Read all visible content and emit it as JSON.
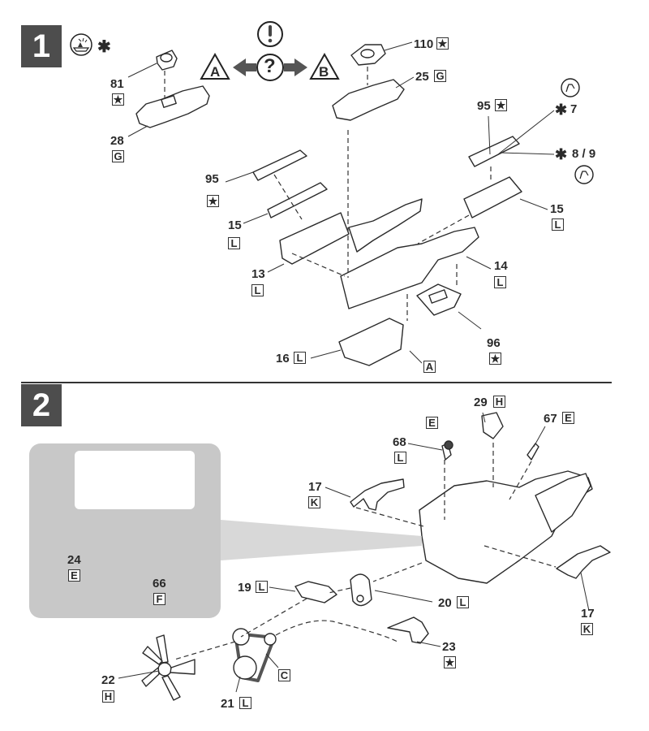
{
  "steps": [
    {
      "number": "1",
      "callouts": {
        "p81": {
          "part": "81",
          "sprue": "★"
        },
        "p28": {
          "part": "28",
          "sprue": "G"
        },
        "p110": {
          "part": "110",
          "sprue": "★"
        },
        "p25": {
          "part": "25",
          "sprue": "G"
        },
        "p95a": {
          "part": "95",
          "sprue": "★"
        },
        "p95b": {
          "part": "95",
          "sprue": "★"
        },
        "p15a": {
          "part": "15",
          "sprue": "L"
        },
        "p15b": {
          "part": "15",
          "sprue": "L"
        },
        "p13": {
          "part": "13",
          "sprue": "L"
        },
        "p14": {
          "part": "14",
          "sprue": "L"
        },
        "p96": {
          "part": "96",
          "sprue": "★"
        },
        "p16": {
          "part": "16",
          "sprue": "L"
        },
        "subA": {
          "sprue": "A"
        },
        "decal7": {
          "part": "7",
          "mark": "✱"
        },
        "decal89": {
          "part": "8 / 9",
          "mark": "✱"
        }
      },
      "symbols": {
        "option_a": "A",
        "option_b": "B",
        "question": "?",
        "attention": "!",
        "paint_mark": "✱"
      }
    },
    {
      "number": "2",
      "callouts": {
        "p29": {
          "part": "29",
          "sprue": "H"
        },
        "p68": {
          "part": "68",
          "sprue": "L"
        },
        "p68e": {
          "sprue": "E"
        },
        "p67": {
          "part": "67",
          "sprue": "E"
        },
        "p17a": {
          "part": "17",
          "sprue": "K"
        },
        "p17b": {
          "part": "17",
          "sprue": "K"
        },
        "p24": {
          "part": "24",
          "sprue": "E"
        },
        "p66": {
          "part": "66",
          "sprue": "F"
        },
        "p19": {
          "part": "19",
          "sprue": "L"
        },
        "p20": {
          "part": "20",
          "sprue": "L"
        },
        "p23": {
          "part": "23",
          "sprue": "★"
        },
        "p22": {
          "part": "22",
          "sprue": "H"
        },
        "p21": {
          "part": "21",
          "sprue": "L"
        },
        "beltC": {
          "sprue": "C"
        }
      }
    }
  ],
  "colors": {
    "badge": "#4d4d4d",
    "inset": "#c8c8c8",
    "line": "#333333"
  }
}
